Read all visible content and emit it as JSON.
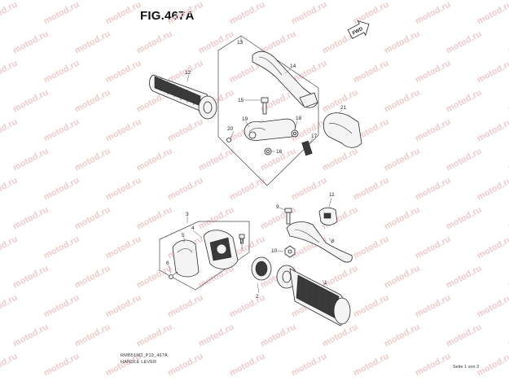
{
  "figure": {
    "title": "FIG.467A",
    "drawing_code": "RMB51M3_P19_467A",
    "caption": "HANDLE LEVER",
    "page_indicator": "Seite 1 von 3"
  },
  "watermark": {
    "text": "motod.ru",
    "color": "#f0caca"
  },
  "fwd_badge": {
    "label": "FWD"
  },
  "callouts": [
    {
      "id": "c1",
      "label": "1"
    },
    {
      "id": "c2",
      "label": "2"
    },
    {
      "id": "c3",
      "label": "3"
    },
    {
      "id": "c4",
      "label": "4"
    },
    {
      "id": "c5",
      "label": "5"
    },
    {
      "id": "c6",
      "label": "6"
    },
    {
      "id": "c7",
      "label": "7"
    },
    {
      "id": "c8",
      "label": "8"
    },
    {
      "id": "c9",
      "label": "9"
    },
    {
      "id": "c10",
      "label": "10"
    },
    {
      "id": "c11",
      "label": "11"
    },
    {
      "id": "c12",
      "label": "12"
    },
    {
      "id": "c13",
      "label": "13"
    },
    {
      "id": "c14",
      "label": "14"
    },
    {
      "id": "c15",
      "label": "15"
    },
    {
      "id": "c16",
      "label": "16"
    },
    {
      "id": "c17",
      "label": "17"
    },
    {
      "id": "c18",
      "label": "18"
    },
    {
      "id": "c19",
      "label": "19"
    },
    {
      "id": "c20",
      "label": "20"
    },
    {
      "id": "c21",
      "label": "21"
    }
  ]
}
